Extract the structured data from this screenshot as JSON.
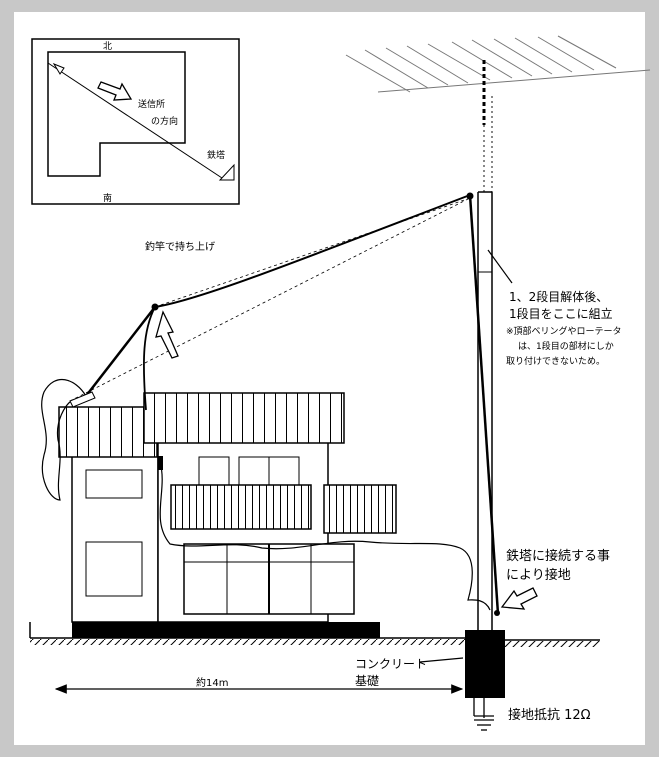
{
  "inset_map": {
    "north_label": "北",
    "south_label": "南",
    "direction_label_line1": "送信所",
    "direction_label_line2": "の方向",
    "tower_label": "鉄塔"
  },
  "annotations": {
    "fishing_rod": "釣竿で持ち上げ",
    "reassembly_line1": "1、2段目解体後、",
    "reassembly_line2": "1段目をここに組立",
    "note_line1": "※頂部ベリングやローテータ",
    "note_line2": "は、1段目の部材にしか",
    "note_line3": "取り付けできないため。",
    "grounding_line1": "鉄塔に接続する事",
    "grounding_line2": "により接地",
    "concrete_line1": "コンクリート",
    "concrete_line2": "基礎",
    "distance": "約14m",
    "ground_resistance": "接地抵抗 12Ω"
  }
}
